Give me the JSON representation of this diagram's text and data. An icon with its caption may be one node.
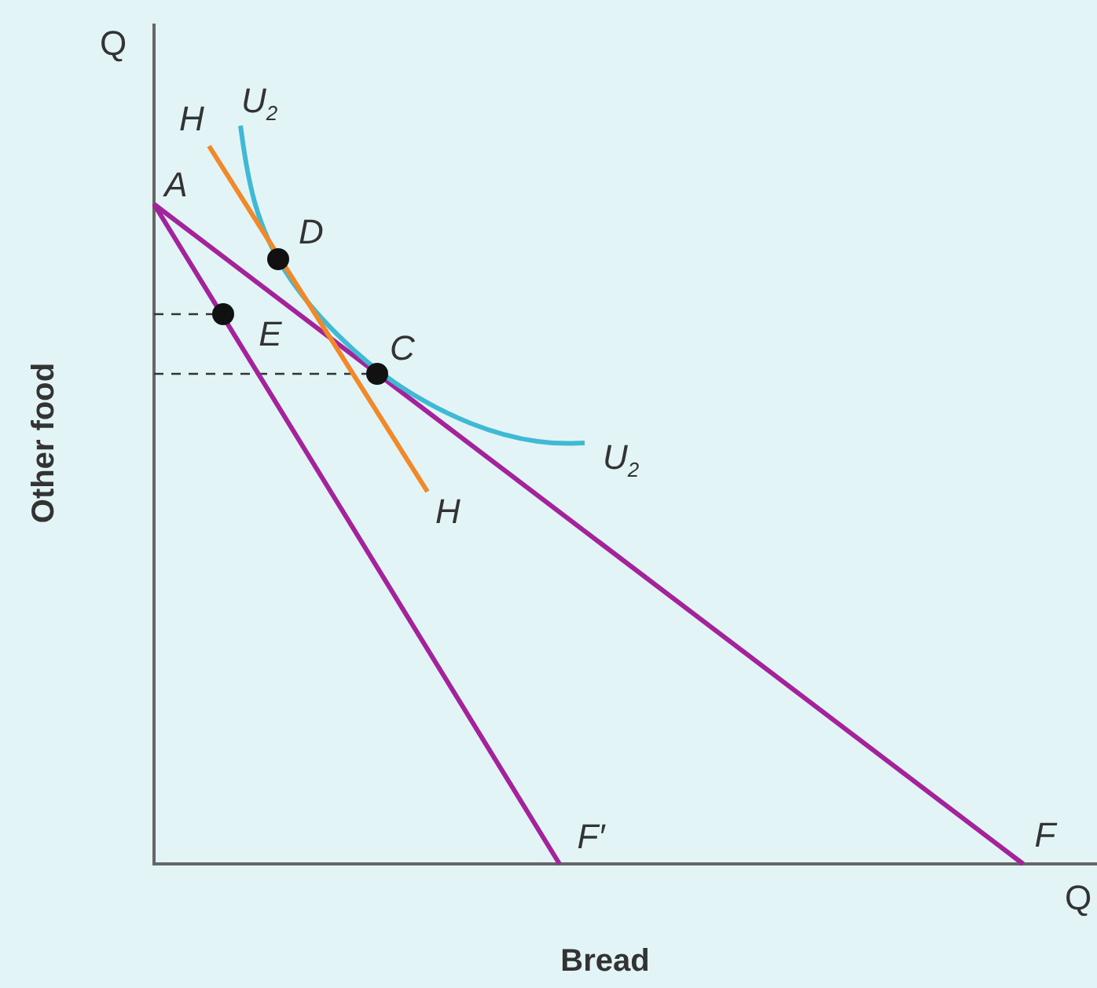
{
  "diagram": {
    "labels": [
      "Q",
      "H",
      "U$_{2}$",
      "A",
      "D",
      "E",
      "C",
      "U$_{2}$",
      "H",
      "F′",
      "F",
      "Q",
      "Other food",
      "Bread"
    ]
  }
}
